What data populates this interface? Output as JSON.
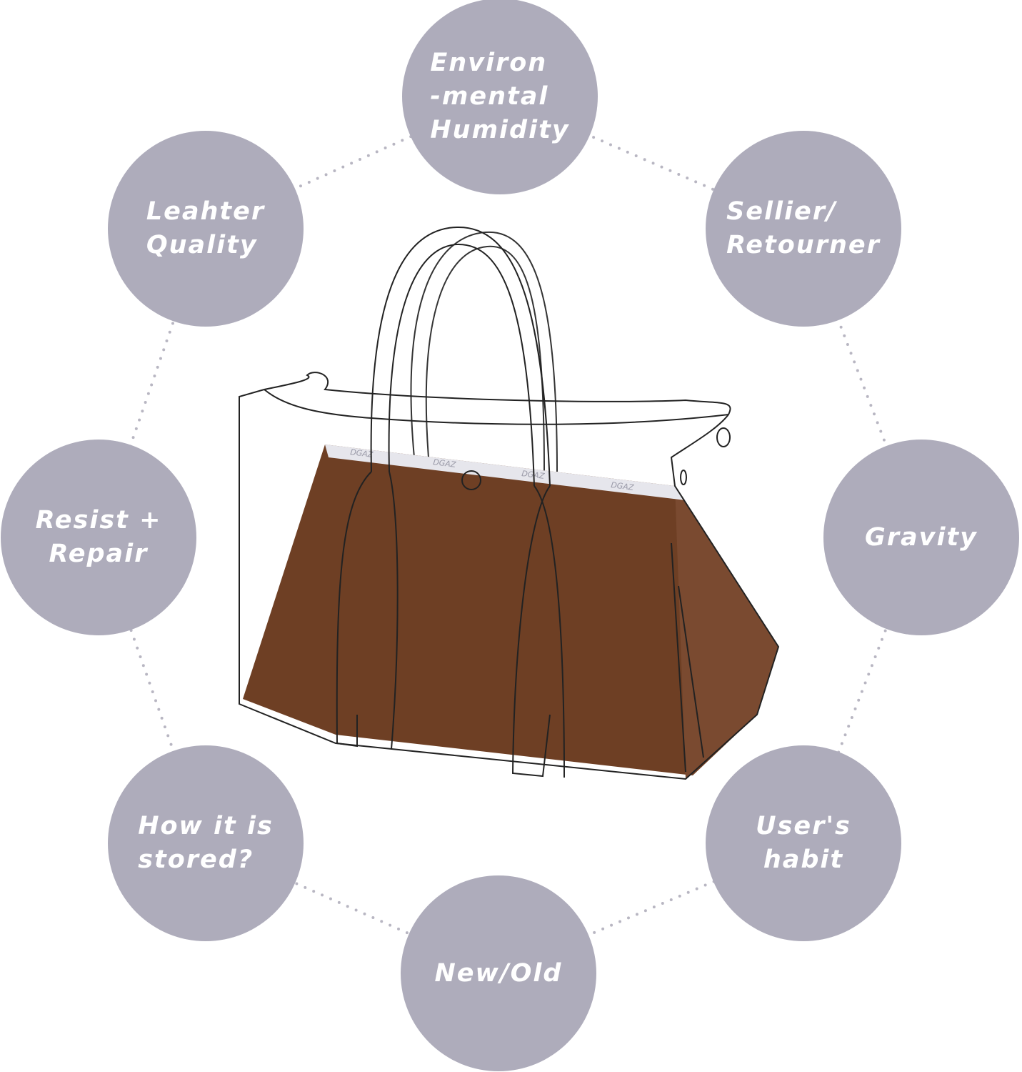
{
  "brand_color": "#aeacbb",
  "bag_color": "#6e3f24",
  "bag_watermark": "DGAZ",
  "factors": [
    {
      "id": "environmental-humidity",
      "label": "Environ\n-mental\nHumidity"
    },
    {
      "id": "leather-quality",
      "label": "Leahter\nQuality"
    },
    {
      "id": "sellier-retourner",
      "label": "Sellier/\nRetourner"
    },
    {
      "id": "resist-repair",
      "label": "Resist +\nRepair"
    },
    {
      "id": "gravity",
      "label": "Gravity"
    },
    {
      "id": "how-stored",
      "label": "How it is\nstored?"
    },
    {
      "id": "users-habit",
      "label": "User's\nhabit"
    },
    {
      "id": "new-old",
      "label": "New/Old"
    }
  ]
}
